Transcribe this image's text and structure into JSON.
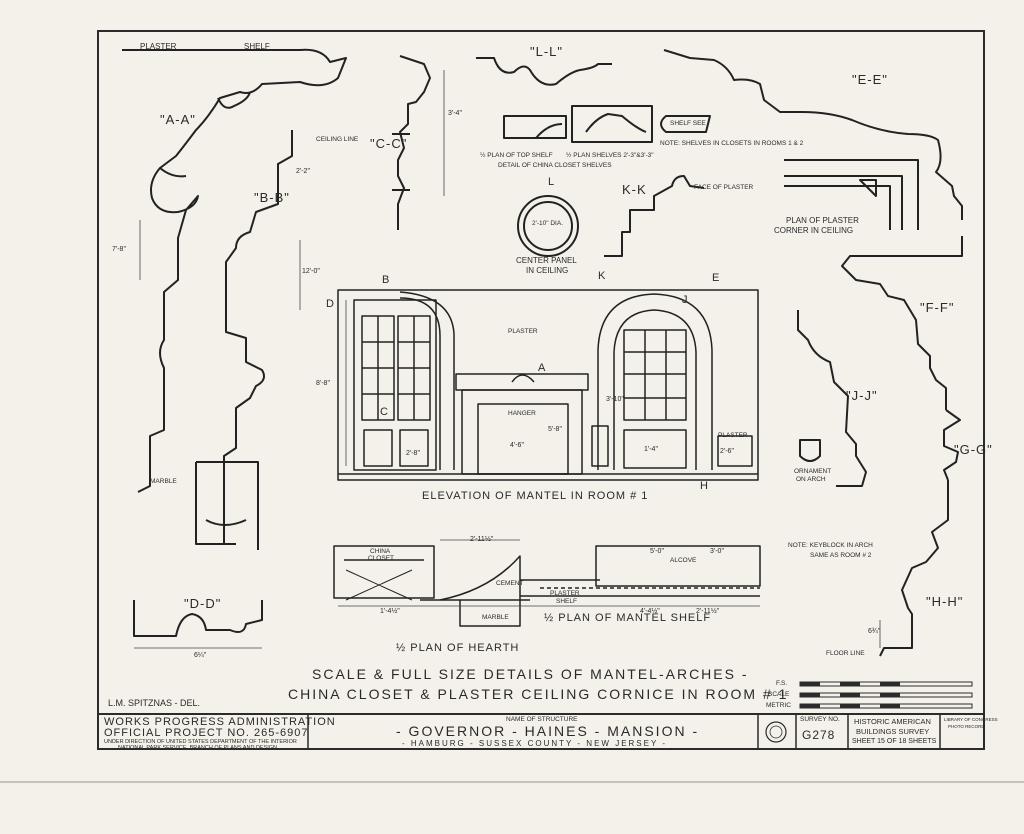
{
  "sections": {
    "aa": "\"A-A\"",
    "bb": "\"B-B\"",
    "cc": "\"C-C\"",
    "dd": "\"D-D\"",
    "ee": "\"E-E\"",
    "ff": "\"F-F\"",
    "gg": "\"G-G\"",
    "hh": "\"H-H\"",
    "jj": "\"J-J\"",
    "kk": "K-K",
    "ll": "\"L-L\""
  },
  "notes": {
    "plaster_top": "PLASTER",
    "shelf": "SHELF",
    "ceiling_line": "CEILING LINE",
    "marble": "MARBLE",
    "plan_top_shelf": "½ PLAN OF TOP SHELF",
    "plan_shelves": "½ PLAN SHELVES 2'-3\"&3'-3\"",
    "detail_china_closet": "DETAIL OF CHINA CLOSET SHELVES",
    "shelves_note": "NOTE: SHELVES IN CLOSETS IN ROOMS 1 & 2",
    "shelf_see": "SHELF SEE",
    "face_of_plaster": "FACE OF PLASTER",
    "center_panel": "CENTER PANEL",
    "in_ceiling": "IN CEILING",
    "plan_plaster_corner_1": "PLAN OF PLASTER",
    "plan_plaster_corner_2": "CORNER IN CEILING",
    "plaster_mid": "PLASTER",
    "hanger": "HANGER",
    "plaster_right": "PLASTER",
    "ornament_arch_1": "ORNAMENT",
    "ornament_arch_2": "ON ARCH",
    "keyblock_1": "NOTE: KEYBLOCK IN ARCH",
    "keyblock_2": "SAME AS ROOM # 2",
    "floor_line": "FLOOR LINE",
    "china_closet": "CHINA",
    "closet": "CLOSET",
    "cement": "CEMENT",
    "marble_hearth": "MARBLE",
    "plaster_shelf": "PLASTER",
    "alcove": "ALCOVE",
    "shelf_plan": "SHELF"
  },
  "dims": {
    "cc_a": "3'-4\"",
    "bb_a": "2'-2\"",
    "bb_b": "12'-0\"",
    "aa_a": "7'-8\"",
    "elev_a": "8'-8\"",
    "elev_b": "2'-8\"",
    "elev_c": "4'-6\"",
    "elev_d": "5'-8\"",
    "elev_e": "3'-10\"",
    "elev_f": "2'-6\"",
    "elev_g": "1'-4\"",
    "dd": "6¼\"",
    "hh": "6¾\"",
    "hearth_a": "1'-4½\"",
    "hearth_b": "2'-11½\"",
    "shelf_a": "5'-0\"",
    "shelf_b": "3'-0\"",
    "shelf_c": "4'-4½\"",
    "shelf_d": "2'-11½\"",
    "center": "2'-10\" DIA."
  },
  "markers": {
    "b": "B",
    "c": "C",
    "d": "D",
    "e": "E",
    "j": "J",
    "a": "A",
    "h": "H",
    "l": "L",
    "k": "K"
  },
  "captions": {
    "elevation": "ELEVATION OF MANTEL IN ROOM # 1",
    "hearth": "½ PLAN OF HEARTH",
    "mantel_shelf": "½ PLAN OF MANTEL SHELF"
  },
  "title_block": {
    "line1": "SCALE & FULL SIZE DETAILS OF MANTEL-ARCHES -",
    "line2": "CHINA CLOSET & PLASTER CEILING CORNICE IN ROOM # 1",
    "delineator": "L.M. SPITZNAS - DEL.",
    "wpa_1": "WORKS PROGRESS ADMINISTRATION",
    "wpa_2": "OFFICIAL PROJECT NO. 265-6907",
    "wpa_3": "UNDER DIRECTION OF UNITED STATES DEPARTMENT OF THE INTERIOR",
    "wpa_4": "NATIONAL PARK SERVICE, BRANCH OF PLANS AND DESIGN",
    "name_label": "NAME OF STRUCTURE",
    "structure": "- GOVERNOR - HAINES - MANSION -",
    "location": "- HAMBURG - SUSSEX COUNTY - NEW JERSEY -",
    "survey_label": "SURVEY NO.",
    "survey_no": "G278",
    "habs_1": "HISTORIC AMERICAN",
    "habs_2": "BUILDINGS SURVEY",
    "sheet": "SHEET 15 OF 18 SHEETS",
    "lib_1": "LIBRARY OF CONGRESS",
    "lib_2": "PHOTO RECORD",
    "scale_fs": "F.S.",
    "scale_label": "SCALE",
    "scale_metric": "METRIC"
  }
}
